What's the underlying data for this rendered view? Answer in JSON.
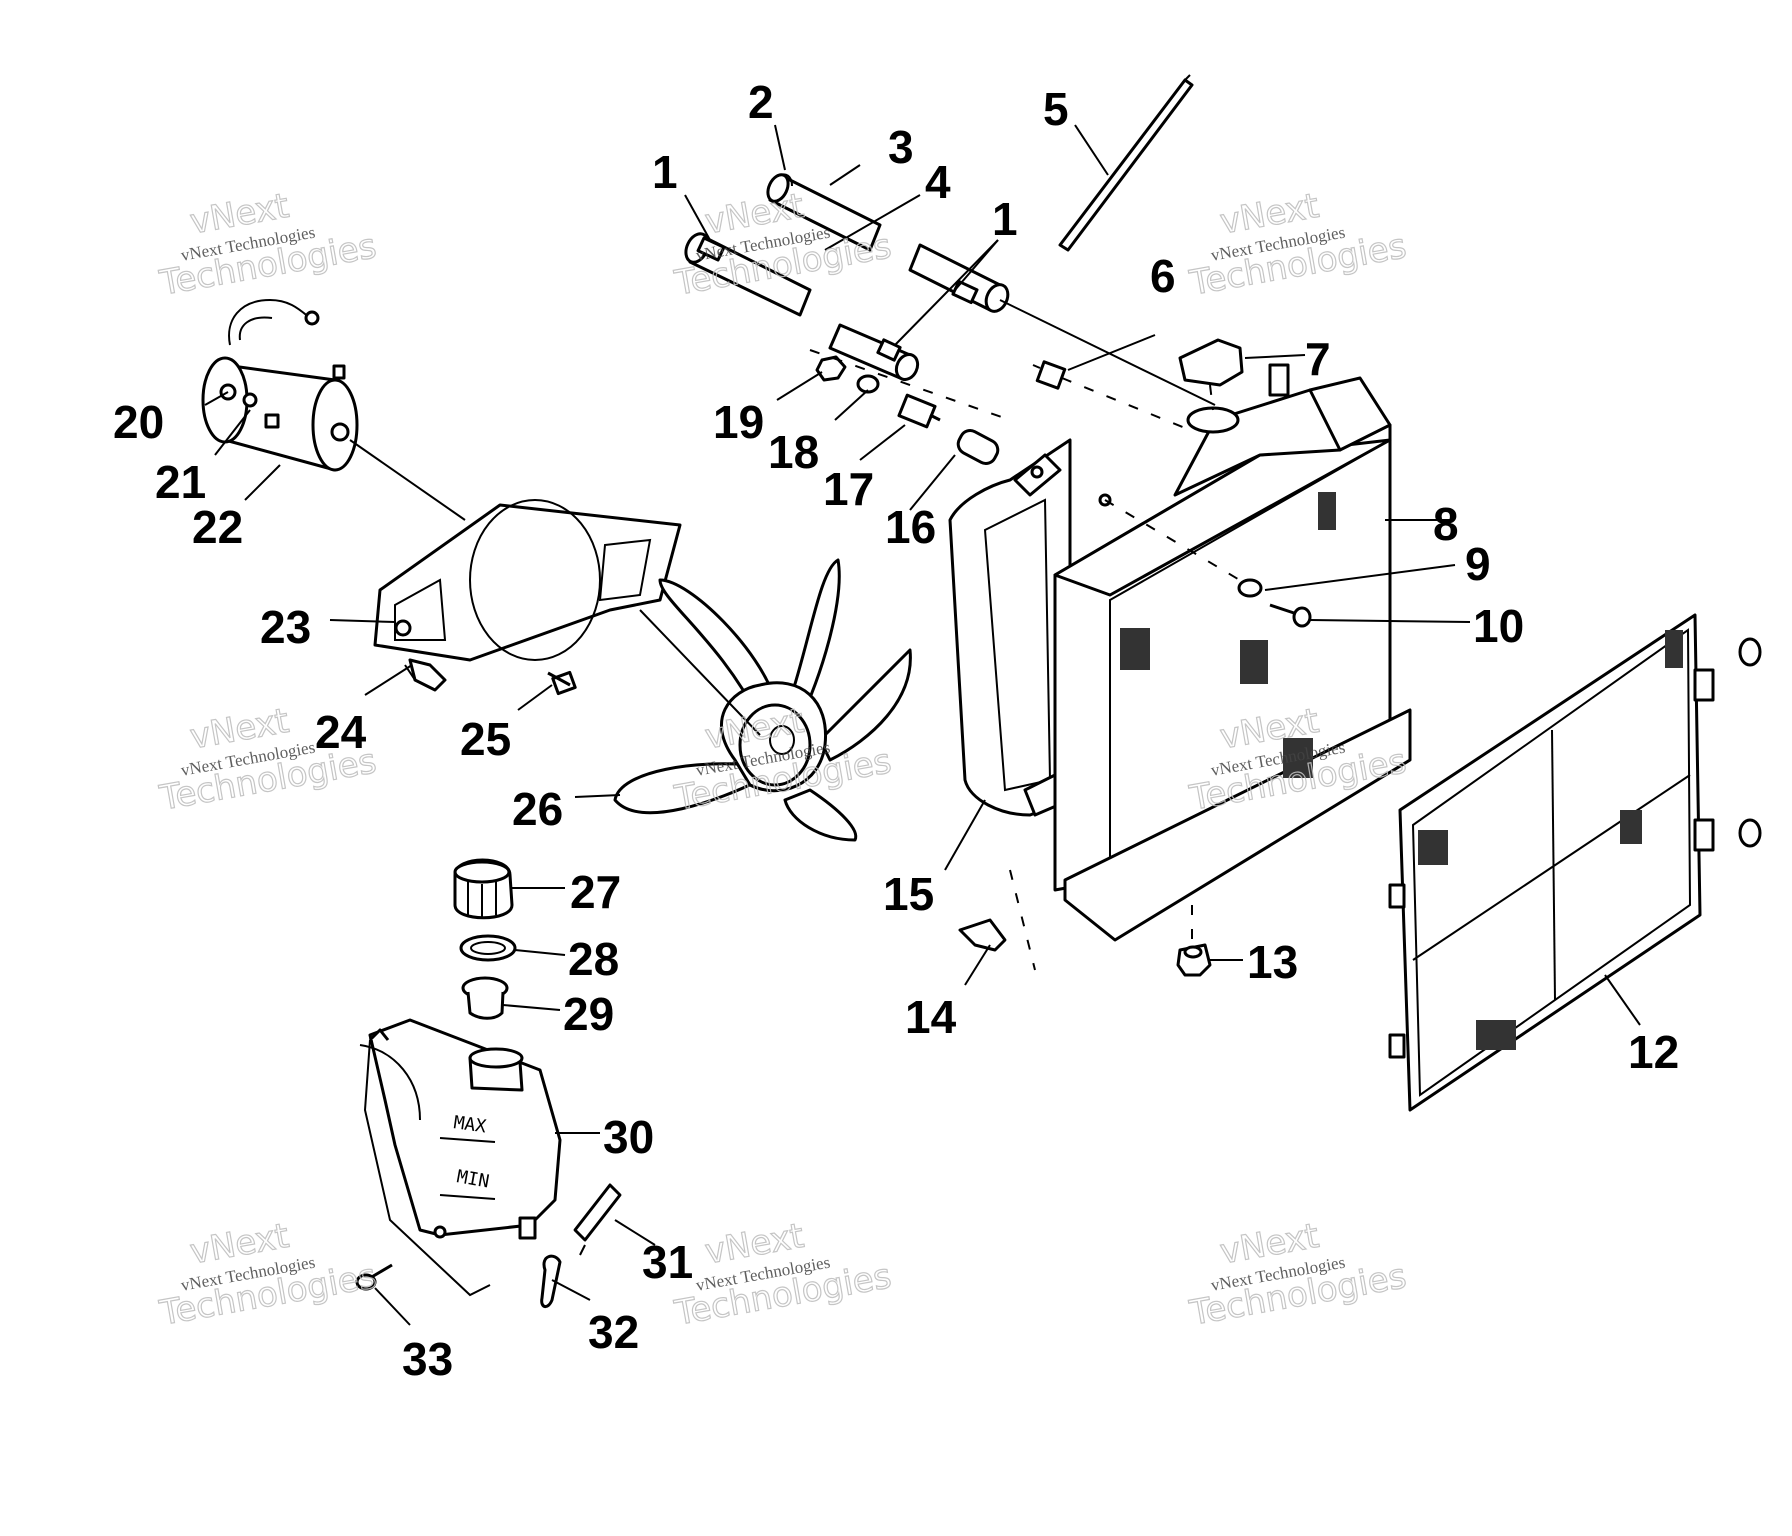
{
  "watermark": {
    "brand": "vNext",
    "line1": "vNext Technologies",
    "line2": "Technologies"
  },
  "tank_marks": {
    "max": "MAX",
    "min": "MIN"
  },
  "callouts": [
    "1",
    "2",
    "3",
    "4",
    "1",
    "5",
    "6",
    "7",
    "8",
    "9",
    "10",
    "12",
    "13",
    "14",
    "15",
    "16",
    "17",
    "18",
    "19",
    "20",
    "21",
    "22",
    "23",
    "24",
    "25",
    "26",
    "27",
    "28",
    "29",
    "30",
    "31",
    "32",
    "33"
  ]
}
